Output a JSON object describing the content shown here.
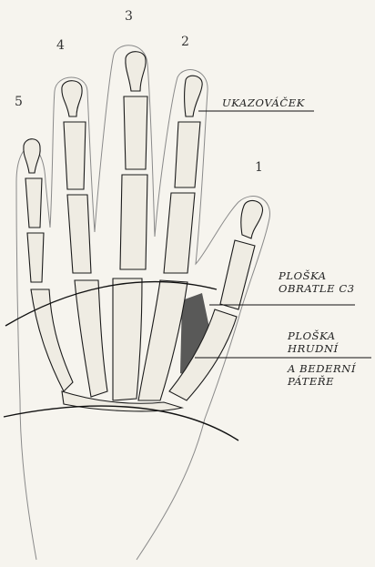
{
  "finger_numbers": {
    "thumb": "1",
    "index": "2",
    "middle": "3",
    "ring": "4",
    "little": "5"
  },
  "labels": {
    "index_finger": "UKAZOVÁČEK",
    "c3_line_1": "PLOŠKA",
    "c3_line_2": "OBRATLE C3",
    "thoracic_line_1": "PLOŠKA",
    "thoracic_line_2": "HRUDNÍ",
    "thoracic_line_3": "A BEDERNÍ",
    "thoracic_line_4": "PÁTEŘE"
  },
  "colors": {
    "background": "#f6f4ee",
    "ink": "#1b1b1b",
    "bone_fill": "#efece3",
    "outline": "#7a7a7a"
  }
}
